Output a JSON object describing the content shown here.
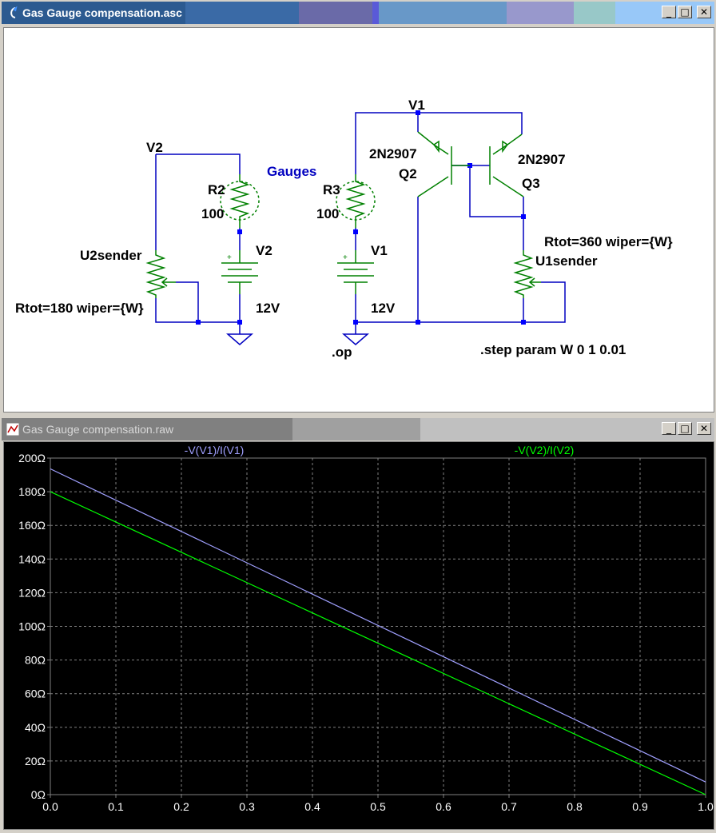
{
  "schematic_window": {
    "title": "Gas Gauge compensation.asc",
    "icon": "ltspice-schematic-icon",
    "buttons": {
      "minimize": "_",
      "maximize": "□",
      "close": "✕"
    }
  },
  "schematic": {
    "labels": {
      "node_v1": "V1",
      "node_v2": "V2",
      "gauges": "Gauges",
      "r2_name": "R2",
      "r2_value": "100",
      "r3_name": "R3",
      "r3_value": "100",
      "v2_name": "V2",
      "v2_value": "12V",
      "v1_name": "V1",
      "v1_value": "12V",
      "q2_model": "2N2907",
      "q2_name": "Q2",
      "q3_model": "2N2907",
      "q3_name": "Q3",
      "u2_name": "U2sender",
      "u2_params": "Rtot=180 wiper={W}",
      "u1_name": "U1sender",
      "u1_params": "Rtot=360 wiper={W}",
      "op_directive": ".op",
      "step_directive": ".step param W 0 1 0.01"
    },
    "colors": {
      "wire": "#0000c0",
      "component": "#008000",
      "text": "#000000",
      "gauges_text": "#0000c0"
    }
  },
  "plot_window": {
    "title": "Gas Gauge compensation.raw",
    "icon": "waveform-icon",
    "buttons": {
      "minimize": "_",
      "maximize": "□",
      "close": "✕"
    }
  },
  "chart_data": {
    "type": "line",
    "x": [
      0,
      1
    ],
    "series": [
      {
        "name": "-V(V1)/I(V1)",
        "color": "#a0a0ff",
        "values": [
          193.6,
          7.5
        ]
      },
      {
        "name": "-V(V2)/I(V2)",
        "color": "#00ff00",
        "values": [
          180,
          0
        ]
      }
    ],
    "x_ticks": [
      "0.0",
      "0.1",
      "0.2",
      "0.3",
      "0.4",
      "0.5",
      "0.6",
      "0.7",
      "0.8",
      "0.9",
      "1.0"
    ],
    "y_ticks": [
      "0Ω",
      "20Ω",
      "40Ω",
      "60Ω",
      "80Ω",
      "100Ω",
      "120Ω",
      "140Ω",
      "160Ω",
      "180Ω",
      "200Ω"
    ],
    "xlim": [
      0,
      1
    ],
    "ylim": [
      0,
      200
    ],
    "grid": true,
    "background": "#000000",
    "grid_color": "#808080",
    "legend": "top"
  }
}
